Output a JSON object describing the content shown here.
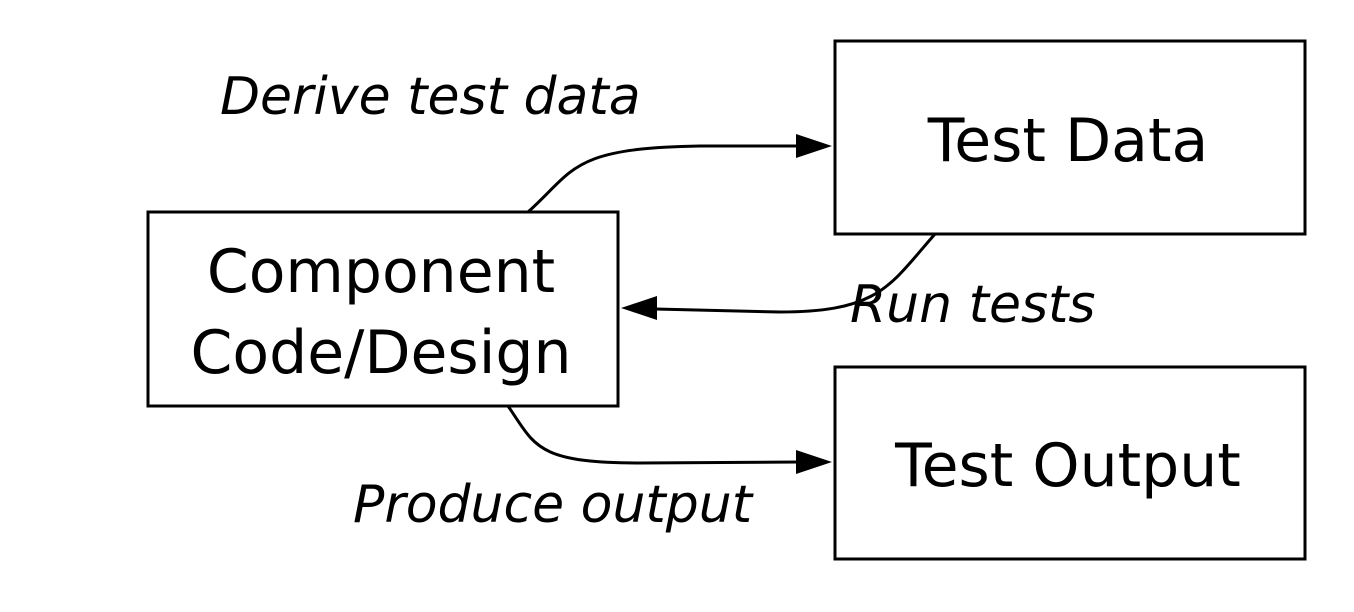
{
  "nodes": {
    "component": {
      "line1": "Component",
      "line2": "Code/Design"
    },
    "test_data": {
      "label": "Test Data"
    },
    "test_output": {
      "label": "Test Output"
    }
  },
  "edges": {
    "derive": {
      "label": "Derive test data",
      "from": "component",
      "to": "test_data"
    },
    "run": {
      "label": "Run tests",
      "from": "test_data",
      "to": "component"
    },
    "produce": {
      "label": "Produce output",
      "from": "component",
      "to": "test_output"
    }
  }
}
